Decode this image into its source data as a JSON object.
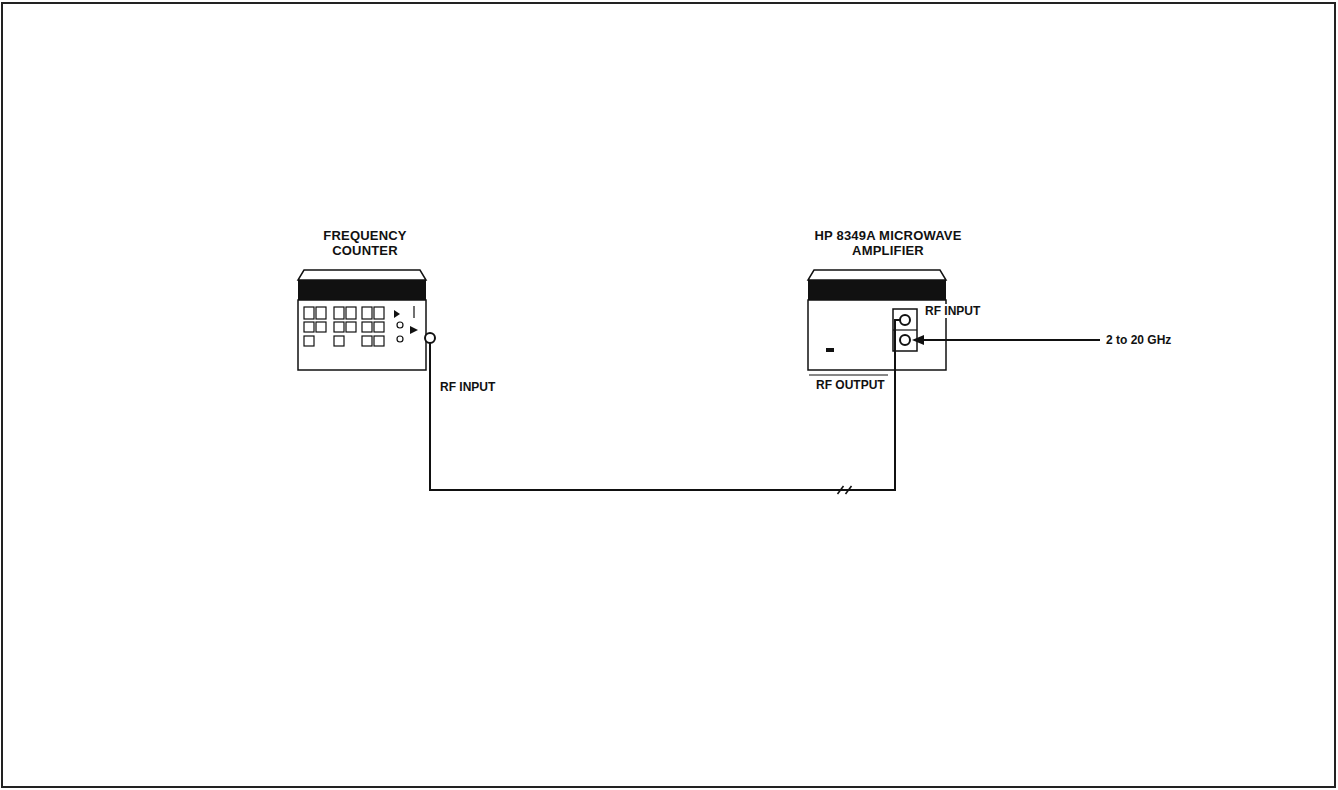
{
  "diagram": {
    "nodes": [
      {
        "text": [
          "FREQUENCY COUNTER"
        ]
      },
      {
        "text": [
          "HP 8349A MICROWAVE AMPLIFIER"
        ]
      }
    ],
    "edges": [
      {
        "from": 1,
        "to": 0,
        "arrow": "none"
      }
    ],
    "labels": [
      "RF INPUT",
      "RF INPUT",
      "RF OUTPUT",
      "2 to 20 GHz"
    ]
  }
}
